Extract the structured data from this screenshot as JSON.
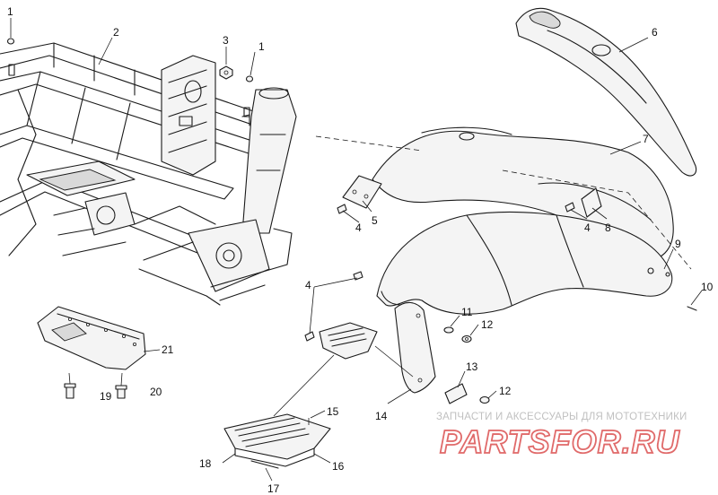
{
  "callouts": {
    "c1a": "1",
    "c2": "2",
    "c3": "3",
    "c1b": "1",
    "c6": "6",
    "c7": "7",
    "c4a": "4",
    "c5": "5",
    "c4b": "4",
    "c8": "8",
    "c9": "9",
    "c10": "10",
    "c4c": "4",
    "c11": "11",
    "c12a": "12",
    "c21": "21",
    "c13": "13",
    "c12b": "12",
    "c19": "19",
    "c20": "20",
    "c15": "15",
    "c14": "14",
    "c18": "18",
    "c16": "16",
    "c17": "17"
  },
  "watermark": {
    "caption": "ЗАПЧАСТИ И АКСЕССУАРЫ ДЛЯ МОТОТЕХНИКИ",
    "logo": "PARTSFOR.RU",
    "color": "#e06a6a"
  }
}
